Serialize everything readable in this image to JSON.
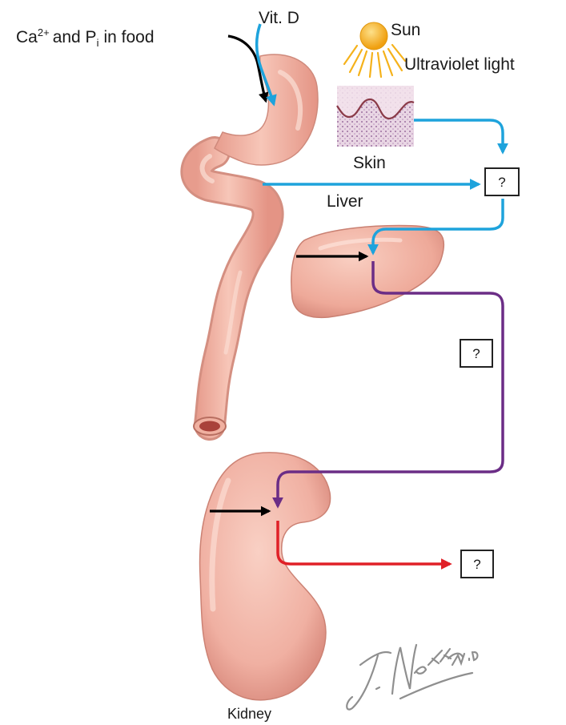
{
  "labels": {
    "food": "Ca",
    "food_sup": "2+",
    "food_and": "and P",
    "food_sub": "i",
    "food_rest": "in food",
    "vitd": "Vit. D",
    "sun": "Sun",
    "uv": "Ultraviolet light",
    "skin": "Skin",
    "liver": "Liver",
    "kidney": "Kidney",
    "signature": "F. Netter M.D."
  },
  "boxes": {
    "q1": "?",
    "q2": "?",
    "q3": "?"
  },
  "colors": {
    "blue": "#1ea3dc",
    "purple": "#6b2d86",
    "red": "#e02027",
    "black": "#000000",
    "organ": "#f2b7a8",
    "sun": "#f5b21b"
  }
}
